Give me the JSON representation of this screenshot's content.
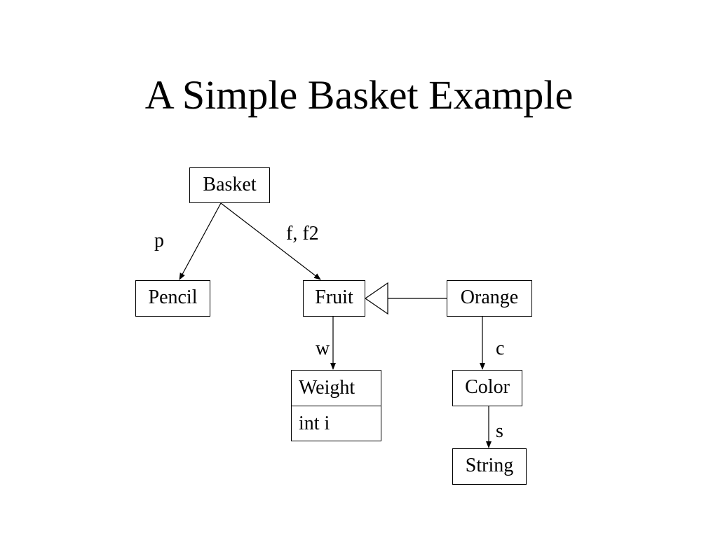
{
  "slide": {
    "title": "A Simple Basket Example"
  },
  "diagram": {
    "classes": {
      "basket": "Basket",
      "pencil": "Pencil",
      "fruit": "Fruit",
      "orange": "Orange",
      "weight": "Weight",
      "weight_field": "int i",
      "color": "Color",
      "string": "String"
    },
    "edges": {
      "basket_to_pencil": "p",
      "basket_to_fruit": "f, f2",
      "fruit_to_weight": "w",
      "orange_to_color": "c",
      "color_to_string": "s"
    },
    "relations": {
      "orange_inherits_fruit": "generalization"
    }
  }
}
